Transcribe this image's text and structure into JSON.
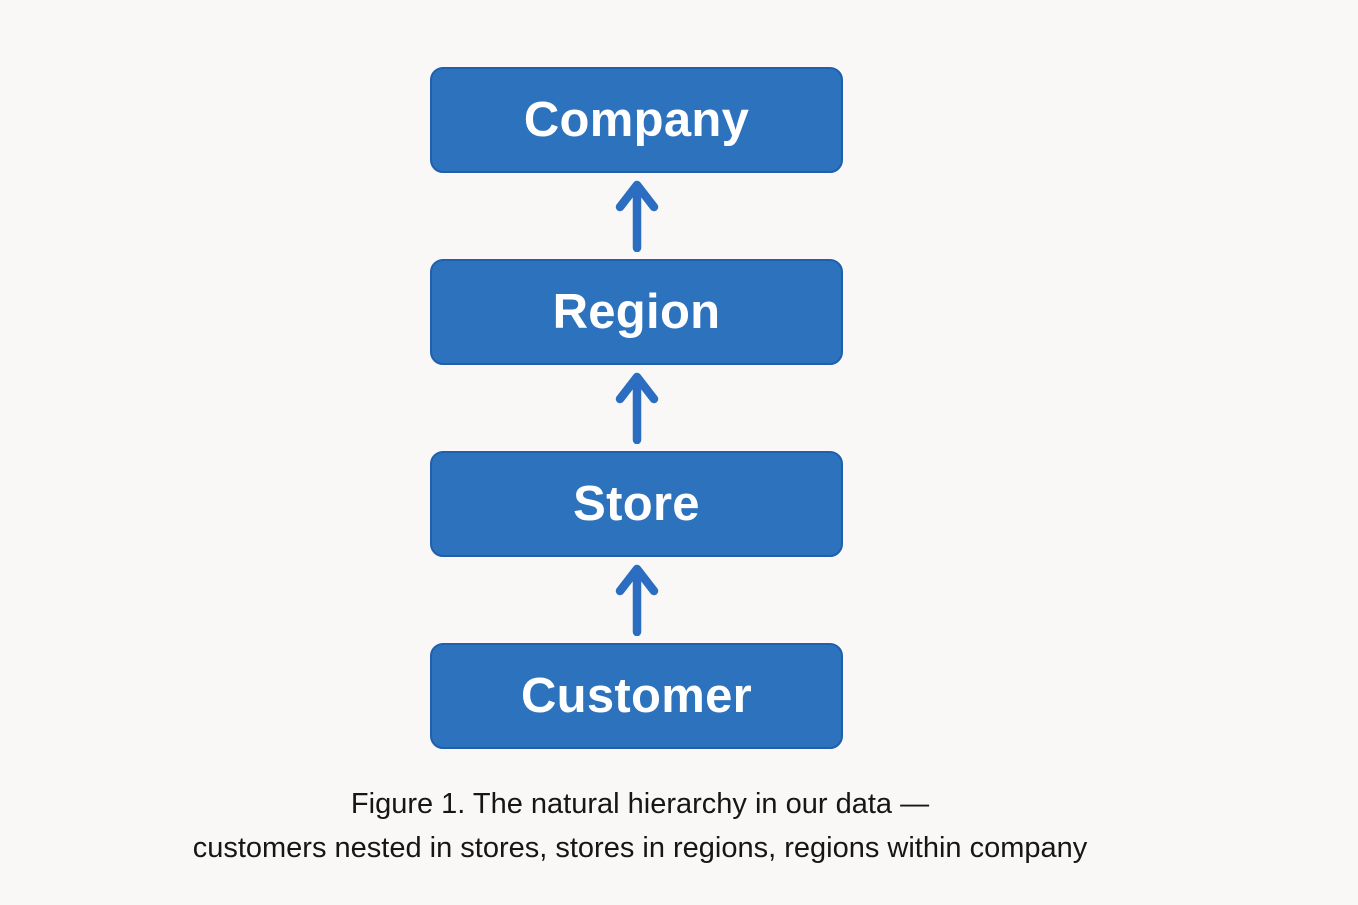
{
  "colors": {
    "background": "#f9f8f6",
    "node_fill": "#2d72bd",
    "node_border": "#1f5fae",
    "node_text": "#ffffff",
    "arrow": "#2b6dc0",
    "caption_text": "#161616"
  },
  "diagram": {
    "type": "hierarchy",
    "direction": "bottom-up",
    "nodes": [
      {
        "id": "company",
        "label": "Company"
      },
      {
        "id": "region",
        "label": "Region"
      },
      {
        "id": "store",
        "label": "Store"
      },
      {
        "id": "customer",
        "label": "Customer"
      }
    ],
    "edges": [
      {
        "from": "region",
        "to": "company",
        "arrow": "up"
      },
      {
        "from": "store",
        "to": "region",
        "arrow": "up"
      },
      {
        "from": "customer",
        "to": "store",
        "arrow": "up"
      }
    ]
  },
  "caption": {
    "line1": "Figure 1. The natural hierarchy in our data —",
    "line2": "customers nested in stores, stores in regions, regions within company"
  }
}
